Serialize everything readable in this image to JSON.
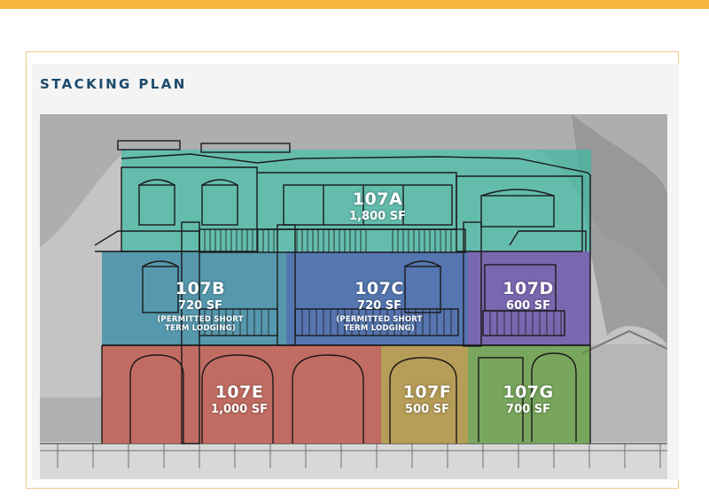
{
  "page": {
    "title": "STACKING PLAN",
    "accent_color": "#f7b53b",
    "title_color": "#1c4a6b"
  },
  "units": [
    {
      "id": "107A",
      "area": "1,800 SF",
      "note": "",
      "color": "#3fb8a4"
    },
    {
      "id": "107B",
      "area": "720 SF",
      "note": "(PERMITTED SHORT TERM LODGING)",
      "color": "#2b87a3"
    },
    {
      "id": "107C",
      "area": "720 SF",
      "note": "(PERMITTED SHORT TERM LODGING)",
      "color": "#2a58a8"
    },
    {
      "id": "107D",
      "area": "600 SF",
      "note": "",
      "color": "#5b44a8"
    },
    {
      "id": "107E",
      "area": "1,000 SF",
      "note": "",
      "color": "#bf4a3d"
    },
    {
      "id": "107F",
      "area": "500 SF",
      "note": "",
      "color": "#b08d2e"
    },
    {
      "id": "107G",
      "area": "700 SF",
      "note": "",
      "color": "#5a9a35"
    }
  ]
}
